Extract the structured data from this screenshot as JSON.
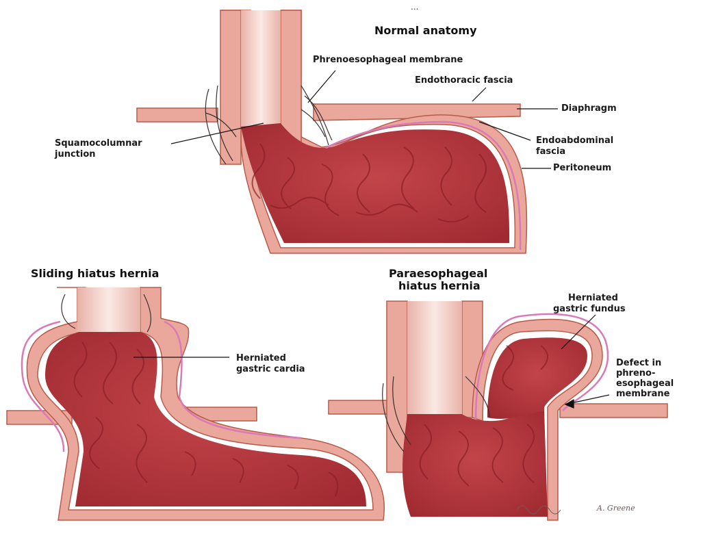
{
  "colors": {
    "muscle": "#e9a99e",
    "muscle_edge": "#b85a4a",
    "mucosa": "#b3343a",
    "mucosa_dark": "#8c1e26",
    "lumen": "#f4cfc8",
    "peritoneum": "#d97ab6",
    "fascia": "#4a3a3a",
    "membrane": "#e8e8e8"
  },
  "top_note": "...",
  "panels": {
    "normal": {
      "title": "Normal anatomy",
      "labels": {
        "phrenoesophageal": "Phrenoesophageal membrane",
        "endothoracic": "Endothoracic fascia",
        "diaphragm": "Diaphragm",
        "squamo_line1": "Squamocolumnar",
        "squamo_line2": "junction",
        "endoabdominal_line1": "Endoabdominal",
        "endoabdominal_line2": "fascia",
        "peritoneum": "Peritoneum"
      }
    },
    "sliding": {
      "title": "Sliding hiatus hernia",
      "labels": {
        "cardia_line1": "Herniated",
        "cardia_line2": "gastric cardia"
      }
    },
    "paraesophageal": {
      "title_line1": "Paraesophageal",
      "title_line2": "hiatus hernia",
      "labels": {
        "fundus_line1": "Herniated",
        "fundus_line2": "gastric fundus",
        "defect_line1": "Defect in",
        "defect_line2": "phreno-",
        "defect_line3": "esophageal",
        "defect_line4": "membrane"
      }
    }
  },
  "signature": "A. Greene"
}
